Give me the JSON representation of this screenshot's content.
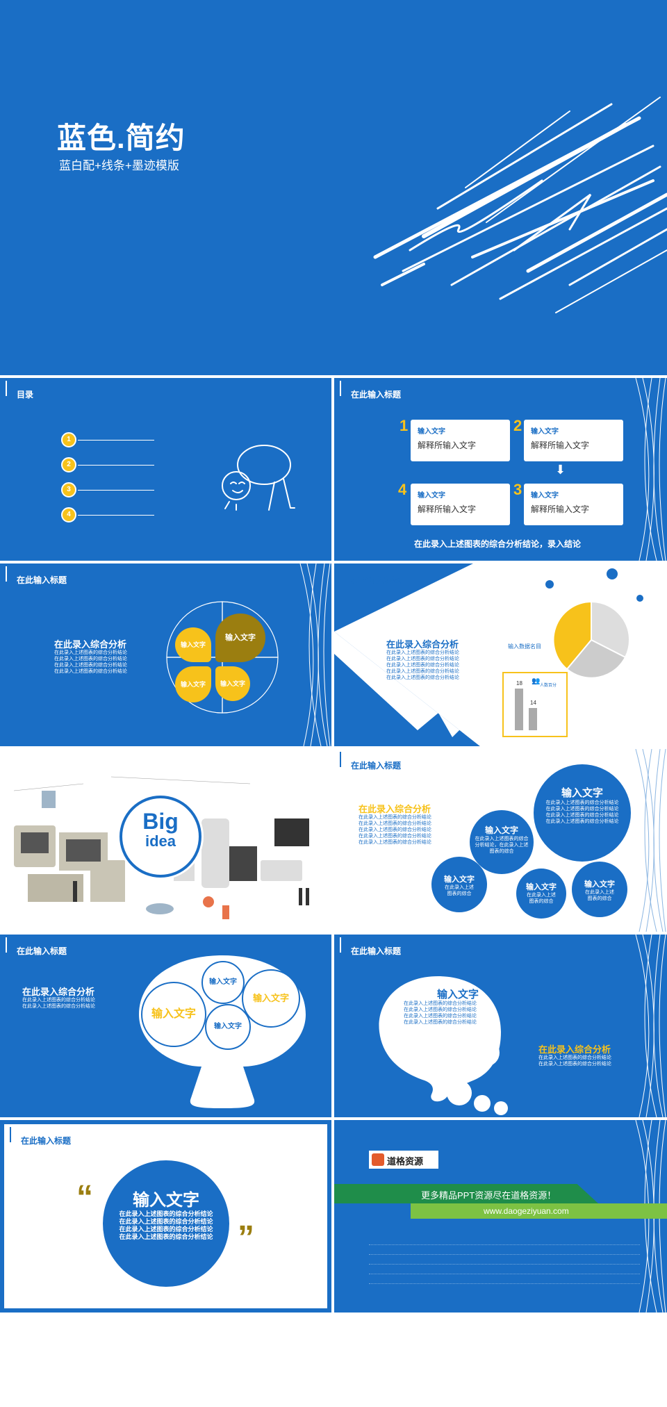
{
  "cover": {
    "title": "蓝色.简约",
    "subtitle": "蓝白配+线条+墨迹模版"
  },
  "s2": {
    "header": "目录",
    "items": [
      "1",
      "2",
      "3",
      "4"
    ]
  },
  "s3": {
    "header": "在此输入标题",
    "steps": [
      {
        "num": "1",
        "title": "输入文字",
        "desc": "解释所输入文字"
      },
      {
        "num": "2",
        "title": "输入文字",
        "desc": "解释所输入文字"
      },
      {
        "num": "3",
        "title": "输入文字",
        "desc": "解释所输入文字"
      },
      {
        "num": "4",
        "title": "输入文字",
        "desc": "解释所输入文字"
      }
    ],
    "conclusion": "在此录入上述图表的综合分析结论，录入结论"
  },
  "s4": {
    "header": "在此输入标题",
    "title": "在此录入综合分析",
    "lines": [
      "在此录入上述图表的综合分析结论",
      "在此录入上述图表的综合分析结论",
      "在此录入上述图表的综合分析结论",
      "在此录入上述图表的综合分析结论"
    ],
    "petals": [
      "输入文字",
      "输入文字",
      "输入文字",
      "输入文字"
    ]
  },
  "s5": {
    "header": "在此输入标题",
    "title": "在此录入综合分析",
    "lines": [
      "在此录入上述图表的综合分析结论",
      "在此录入上述图表的综合分析结论",
      "在此录入上述图表的综合分析结论",
      "在此录入上述图表的综合分析结论",
      "在此录入上述图表的综合分析结论"
    ],
    "pie_label": "输入数据名目",
    "bar_values": [
      "18",
      "14"
    ],
    "bar_label": "人数百分"
  },
  "s6": {
    "big": "Big",
    "idea": "idea"
  },
  "s7": {
    "header": "在此输入标题",
    "title": "在此录入综合分析",
    "lines": [
      "在此录入上述图表的综合分析结论",
      "在此录入上述图表的综合分析结论",
      "在此录入上述图表的综合分析结论",
      "在此录入上述图表的综合分析结论",
      "在此录入上述图表的综合分析结论"
    ],
    "big_circle": {
      "title": "输入文字",
      "lines": [
        "在此录入上述图表的综合分析结论",
        "在此录入上述图表的综合分析结论",
        "在此录入上述图表的综合分析结论",
        "在此录入上述图表的综合分析结论"
      ]
    },
    "mid_circle": {
      "title": "输入文字",
      "lines": [
        "在此录入上述图表的综合",
        "分析结论，在此录入上述",
        "图表的综合"
      ]
    },
    "small_circles": [
      {
        "title": "输入文字",
        "lines": [
          "在此录入上述",
          "图表的综合"
        ]
      },
      {
        "title": "输入文字",
        "lines": [
          "在此录入上述",
          "图表的综合"
        ]
      },
      {
        "title": "输入文字",
        "lines": [
          "在此录入上述",
          "图表的综合"
        ]
      }
    ]
  },
  "s8": {
    "header": "在此输入标题",
    "title": "在此录入综合分析",
    "lines": [
      "在此录入上述图表的综合分析结论",
      "在此录入上述图表的综合分析结论"
    ],
    "bubbles": [
      "输入文字",
      "输入文字",
      "输入文字",
      "输入文字"
    ]
  },
  "s9": {
    "header": "在此输入标题",
    "bubble_title": "输入文字",
    "bubble_lines": [
      "在此录入上述图表的综合分析结论",
      "在此录入上述图表的综合分析结论",
      "在此录入上述图表的综合分析结论",
      "在此录入上述图表的综合分析结论"
    ],
    "title": "在此录入综合分析",
    "lines": [
      "在此录入上述图表的综合分析结论",
      "在此录入上述图表的综合分析结论"
    ]
  },
  "s10": {
    "header": "在此输入标题",
    "title": "输入文字",
    "lines": [
      "在此录入上述图表的综合分析结论",
      "在此录入上述图表的综合分析结论",
      "在此录入上述图表的综合分析结论",
      "在此录入上述图表的综合分析结论"
    ],
    "quote_open": "“",
    "quote_close": "”"
  },
  "s11": {
    "logo": "道格资源",
    "banner": "更多精品PPT资源尽在道格资源！",
    "url": "www.daogeziyuan.com"
  },
  "colors": {
    "blue": "#1a6ec5",
    "yellow": "#f7c21b",
    "olive": "#9b7e10",
    "green": "#1f8d4a",
    "lime": "#7dc243"
  }
}
